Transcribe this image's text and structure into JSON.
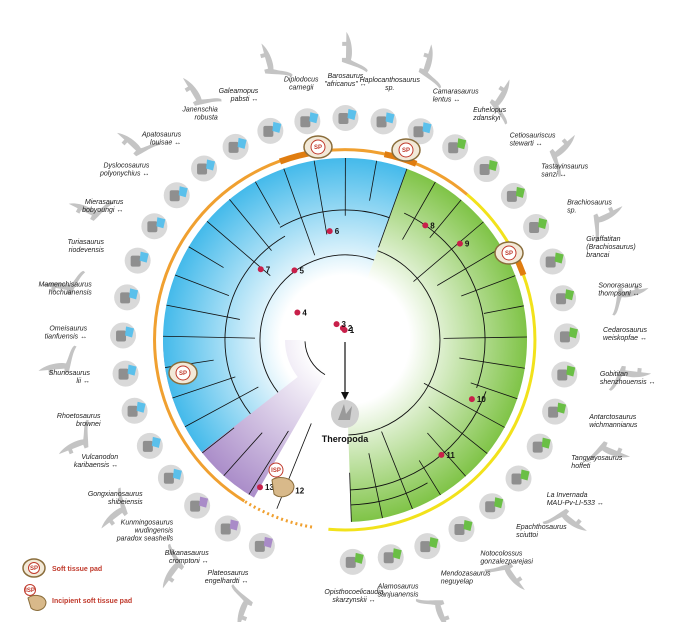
{
  "taxa": [
    {
      "name": "Diplodocus carnegii",
      "lines": [
        "Diplodocus",
        "carnegii"
      ],
      "suffix": ""
    },
    {
      "name": "Barosaurus \"africanus\"",
      "lines": [
        "Barosaurus",
        "\"africanus\" ↔"
      ],
      "suffix": ""
    },
    {
      "name": "Haplocanthosaurus sp.",
      "lines": [
        "Haplocanthosaurus",
        "sp."
      ],
      "suffix": ""
    },
    {
      "name": "Camarasaurus lentus",
      "lines": [
        "Camarasaurus",
        "lentus ↔"
      ],
      "suffix": ""
    },
    {
      "name": "Euhelopus zdanskyi",
      "lines": [
        "Euhelopus",
        "zdanskyi"
      ],
      "suffix": ""
    },
    {
      "name": "Cetiosauriscus stewarti",
      "lines": [
        "Cetiosauriscus",
        "stewarti ↔"
      ],
      "suffix": ""
    },
    {
      "name": "Tastavinsaurus sanzi",
      "lines": [
        "Tastavinsaurus",
        "sanzi ↔"
      ],
      "suffix": ""
    },
    {
      "name": "Brachiosaurus sp.",
      "lines": [
        "Brachiosaurus",
        "sp."
      ],
      "suffix": ""
    },
    {
      "name": "Giraffatitan brancai",
      "lines": [
        "Giraffatitan",
        "(Brachiosaurus)",
        "brancai"
      ],
      "suffix": ""
    },
    {
      "name": "Sonorasaurus thompsoni",
      "lines": [
        "Sonorasaurus",
        "thompsoni ↔"
      ],
      "suffix": ""
    },
    {
      "name": "Cedarosaurus weiskopfae",
      "lines": [
        "Cedarosaurus",
        "weiskopfae ↔"
      ],
      "suffix": ""
    },
    {
      "name": "Gobititan shenzhouensis",
      "lines": [
        "Gobititan",
        "shenzhouensis ↔"
      ],
      "suffix": ""
    },
    {
      "name": "Antarctosaurus wichmannianus",
      "lines": [
        "Antarctosaurus",
        "wichmannianus"
      ],
      "suffix": ""
    },
    {
      "name": "Tangvayosaurus hoffeti",
      "lines": [
        "Tangvayosaurus",
        "hoffeti"
      ],
      "suffix": ""
    },
    {
      "name": "La Invernada",
      "lines": [
        "La Invernada",
        "MAU-Pv-LI-533 ↔"
      ],
      "suffix": ""
    },
    {
      "name": "Epachthosaurus sciuttoi",
      "lines": [
        "Epachthosaurus",
        "sciuttoi"
      ],
      "suffix": ""
    },
    {
      "name": "Notocolossus gonzalezparejasi",
      "lines": [
        "Notocolossus",
        "gonzalezparejasi"
      ],
      "suffix": ""
    },
    {
      "name": "Mendozasaurus neguyelap",
      "lines": [
        "Mendozasaurus",
        "neguyelap"
      ],
      "suffix": ""
    },
    {
      "name": "Alamosaurus sanjuanensis",
      "lines": [
        "Alamosaurus",
        "sanjuanensis"
      ],
      "suffix": ""
    },
    {
      "name": "Opisthocoelicaudia skarzynskii",
      "lines": [
        "Opisthocoelicaudia",
        "skarzynskii ↔"
      ],
      "suffix": ""
    },
    {
      "name": "Plateosaurus engelhardti",
      "lines": [
        "Plateosaurus",
        "engelhardti ↔"
      ],
      "suffix": ""
    },
    {
      "name": "Blikanasaurus cromptoni",
      "lines": [
        "Blikanasaurus",
        "cromptoni ↔"
      ],
      "suffix": ""
    },
    {
      "name": "Kunmingosaurus wudingensis",
      "lines": [
        "Kunmingosaurus",
        "wudingensis",
        "paradox seashells"
      ],
      "suffix": ""
    },
    {
      "name": "Gongxianosaurus shibeiensis",
      "lines": [
        "Gongxianosaurus",
        "shibeiensis"
      ],
      "suffix": ""
    },
    {
      "name": "Vulcanodon karibaensis",
      "lines": [
        "Vulcanodon",
        "karibaensis ↔"
      ],
      "suffix": ""
    },
    {
      "name": "Rhoetosaurus brownei",
      "lines": [
        "Rhoetosaurus",
        "brownei"
      ],
      "suffix": ""
    },
    {
      "name": "Shunosaurus lii",
      "lines": [
        "Shunosaurus",
        "lii ↔"
      ],
      "suffix": ""
    },
    {
      "name": "Omeisaurus tianfuensis",
      "lines": [
        "Omeisaurus",
        "tianfuensis ↔"
      ],
      "suffix": ""
    },
    {
      "name": "Mamenchisaurus hochuanensis",
      "lines": [
        "Mamenchisaurus",
        "hochuanensis"
      ],
      "suffix": ""
    },
    {
      "name": "Turiasaurus riodevensis",
      "lines": [
        "Turiasaurus",
        "riodevensis"
      ],
      "suffix": ""
    },
    {
      "name": "Mierasaurus bobyoungi",
      "lines": [
        "Mierasaurus",
        "bobyoungi ↔"
      ],
      "suffix": ""
    },
    {
      "name": "Dyslocosaurus polyonychius",
      "lines": [
        "Dyslocosaurus",
        "polyonychius ↔"
      ],
      "suffix": ""
    },
    {
      "name": "Apatosaurus louisae",
      "lines": [
        "Apatosaurus",
        "louisae ↔"
      ],
      "suffix": ""
    },
    {
      "name": "Janenschia robusta",
      "lines": [
        "Janenschia",
        "robusta"
      ],
      "suffix": ""
    },
    {
      "name": "Galeamopus pabsti",
      "lines": [
        "Galeamopus",
        "pabsti ↔"
      ],
      "suffix": ""
    }
  ],
  "nodes": [
    "1",
    "2",
    "3",
    "4",
    "5",
    "6",
    "7",
    "8",
    "9",
    "10",
    "11",
    "12",
    "13"
  ],
  "center_label": "Theropoda",
  "badges": {
    "sp": "SP",
    "isp": "ISP"
  },
  "legend": {
    "soft_tissue_pad": "Soft tissue pad",
    "incipient_pad": "Incipient soft tissue pad"
  },
  "colors": {
    "blue_clade": "#3fb8ea",
    "green_clade": "#7cc242",
    "purple_clade": "#a98bc8",
    "orange_arc": "#f0a030",
    "yellow_arc": "#f2e21b",
    "node_marker": "#c8204a",
    "footprint_blue": "#5bc0eb",
    "footprint_green": "#6abf45",
    "footprint_purple": "#a98bc8"
  }
}
